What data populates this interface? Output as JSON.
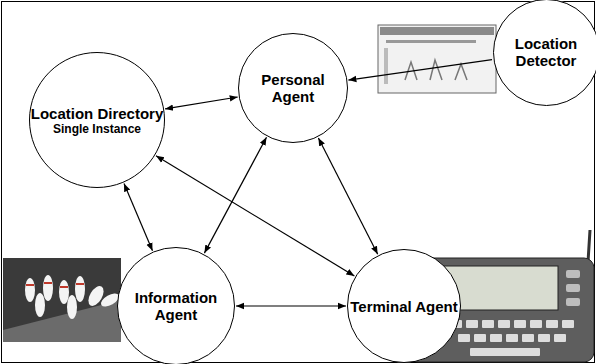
{
  "diagram": {
    "nodes": [
      {
        "text": [
          "Personal Agent"
        ]
      },
      {
        "text": [
          "Location Detector"
        ]
      },
      {
        "text": [
          "Location Directory",
          "Single Instance"
        ]
      },
      {
        "text": [
          "Information Agent"
        ]
      },
      {
        "text": [
          "Terminal Agent"
        ]
      }
    ],
    "edges": [
      {
        "from": 1,
        "to": 0,
        "arrow": "to"
      },
      {
        "from": 2,
        "to": 0,
        "arrow": "both"
      },
      {
        "from": 2,
        "to": 3,
        "arrow": "both"
      },
      {
        "from": 2,
        "to": 4,
        "arrow": "both"
      },
      {
        "from": 0,
        "to": 3,
        "arrow": "both"
      },
      {
        "from": 0,
        "to": 4,
        "arrow": "both"
      },
      {
        "from": 3,
        "to": 4,
        "arrow": "both"
      }
    ]
  }
}
